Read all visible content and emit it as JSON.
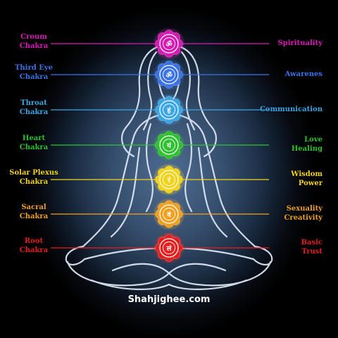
{
  "website": "Shahjighee.com",
  "chakras": [
    {
      "name": "Croum\nChakra",
      "quality": "Spirituality",
      "color": "#d61ab6",
      "symbol": "ॐ"
    },
    {
      "name": "Third Eye\nChakra",
      "quality": "Awarenes",
      "color": "#3b73e6",
      "symbol": "ॐ"
    },
    {
      "name": "Throat\nChakra",
      "quality": "Communication",
      "color": "#3aa6e6",
      "symbol": "हं"
    },
    {
      "name": "Heart\nChakra",
      "quality": "Love\nHealing",
      "color": "#2ec22e",
      "symbol": "यं"
    },
    {
      "name": "Solar Plexus\nChakra",
      "quality": "Wisdom\nPower",
      "color": "#f2d21a",
      "symbol": "रं"
    },
    {
      "name": "Sacral\nChakra",
      "quality": "Sexuality\nCreativity",
      "color": "#f0a020",
      "symbol": "वं"
    },
    {
      "name": "Root\nChakra",
      "quality": "Basic\nTrust",
      "color": "#e51e1e",
      "symbol": "लं"
    }
  ]
}
